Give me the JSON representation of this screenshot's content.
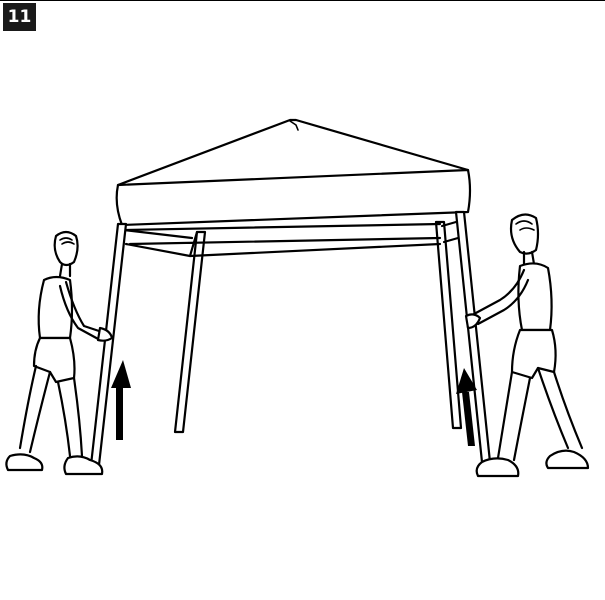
{
  "step": {
    "number": "11"
  },
  "illustration": {
    "subject": "canopy-raise",
    "icons": [
      "canopy-tent",
      "person-left",
      "person-right",
      "up-arrow-left",
      "up-arrow-right"
    ]
  }
}
